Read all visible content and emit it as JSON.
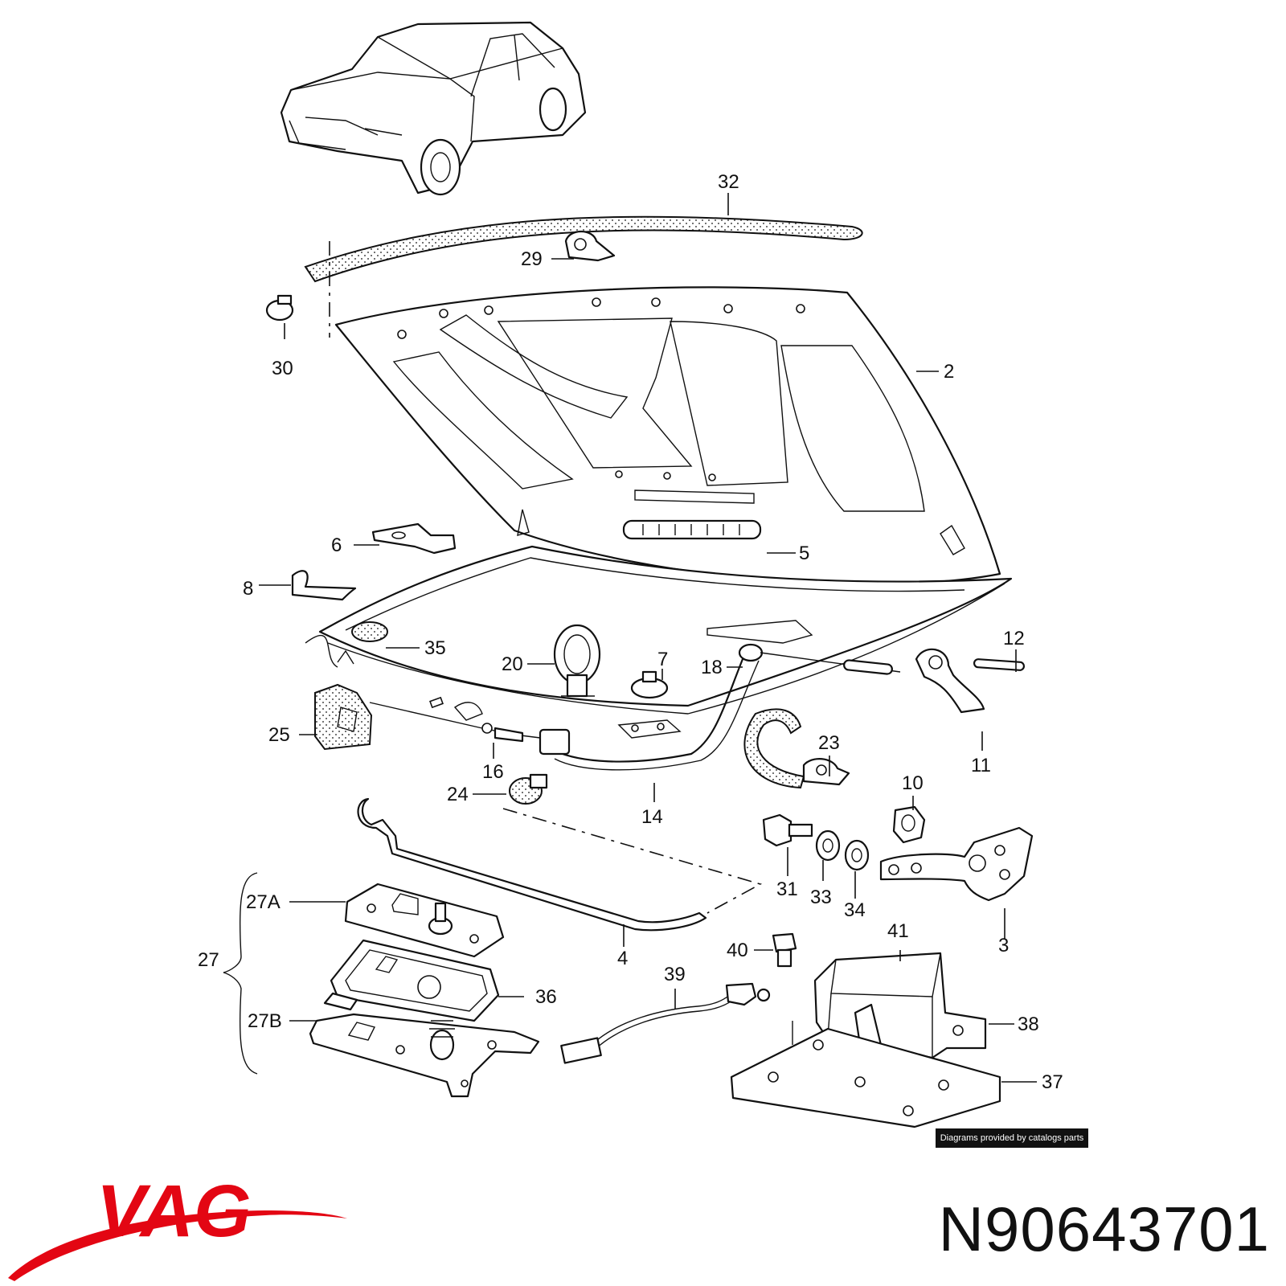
{
  "diagram": {
    "callouts": {
      "c2": "2",
      "c3": "3",
      "c4": "4",
      "c5": "5",
      "c6": "6",
      "c7": "7",
      "c8": "8",
      "c10": "10",
      "c11": "11",
      "c12": "12",
      "c14": "14",
      "c16": "16",
      "c18": "18",
      "c20": "20",
      "c23": "23",
      "c24": "24",
      "c25": "25",
      "c27": "27",
      "c27A": "27A",
      "c27B": "27B",
      "c29": "29",
      "c30": "30",
      "c31": "31",
      "c32": "32",
      "c33": "33",
      "c34": "34",
      "c35": "35",
      "c36": "36",
      "c37": "37",
      "c38": "38",
      "c39": "39",
      "c40": "40",
      "c41": "41"
    },
    "credit": "Diagrams provided by catalogs parts"
  },
  "brand": {
    "name": "VAG",
    "color": "#e30613"
  },
  "part_number": "N90643701"
}
